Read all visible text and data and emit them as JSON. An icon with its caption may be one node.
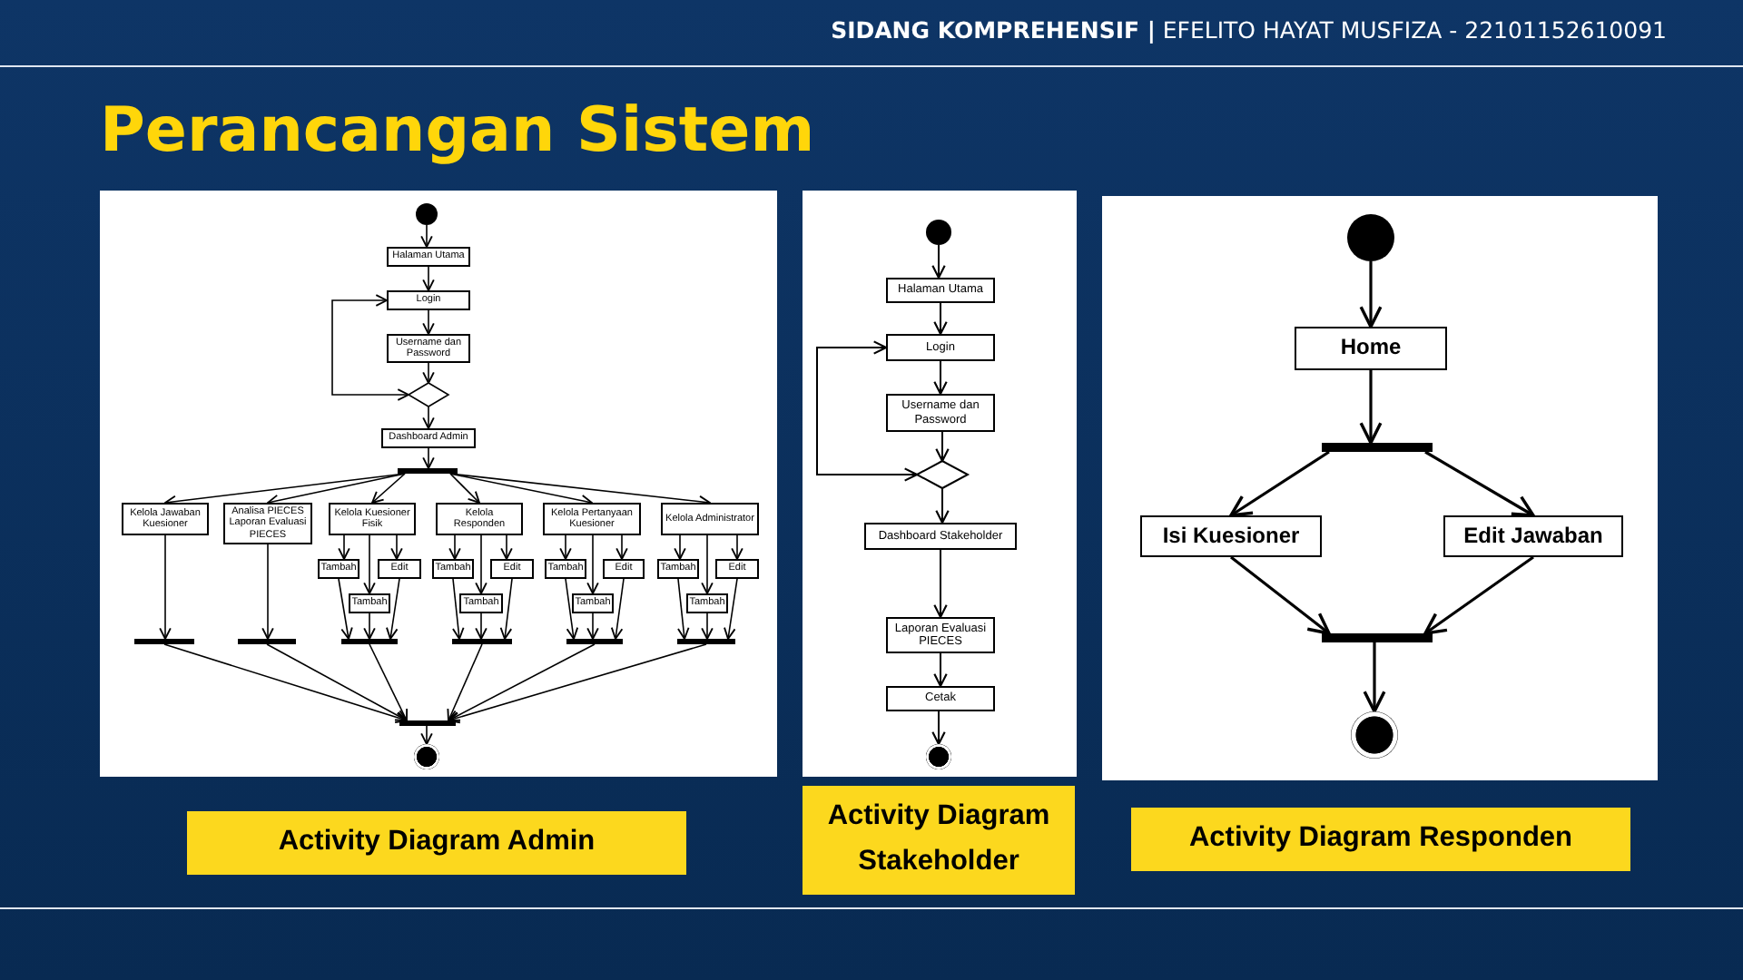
{
  "diagram": {
    "title": "Perancangan Sistem",
    "nodes": [
      {
        "text": [],
        "shape": "circle"
      },
      {
        "text": [
          "Halaman Utama"
        ]
      },
      {
        "text": [
          "Login"
        ]
      },
      {
        "text": [
          "Username dan Password"
        ]
      },
      {
        "text": [],
        "shape": "diamond"
      },
      {
        "text": [
          "Dashboard Admin"
        ]
      },
      {
        "text": [],
        "shape": "bar"
      },
      {
        "text": [
          "Kelola Jawaban Kuesioner"
        ]
      },
      {
        "text": [
          "Analisa PIECES Laporan Evaluasi PIECES"
        ]
      },
      {
        "text": [
          "Kelola Kuesioner Fisik"
        ]
      },
      {
        "text": [
          "Kelola Responden"
        ]
      },
      {
        "text": [
          "Kelola Pertanyaan Kuesioner"
        ]
      },
      {
        "text": [
          "Kelola Administrator"
        ]
      },
      {
        "text": [
          "Tambah"
        ]
      },
      {
        "text": [
          "Edit"
        ]
      },
      {
        "text": [
          "Tambah"
        ]
      },
      {
        "text": [
          "Tambah"
        ]
      },
      {
        "text": [
          "Edit"
        ]
      },
      {
        "text": [
          "Tambah"
        ]
      },
      {
        "text": [
          "Tambah"
        ]
      },
      {
        "text": [
          "Edit"
        ]
      },
      {
        "text": [
          "Tambah"
        ]
      },
      {
        "text": [
          "Tambah"
        ]
      },
      {
        "text": [
          "Edit"
        ]
      },
      {
        "text": [
          "Tambah"
        ]
      },
      {
        "text": [],
        "shape": "bar"
      },
      {
        "text": [],
        "shape": "bar"
      },
      {
        "text": [],
        "shape": "bar"
      },
      {
        "text": [],
        "shape": "bar"
      },
      {
        "text": [],
        "shape": "bar"
      },
      {
        "text": [],
        "shape": "bar"
      },
      {
        "text": [],
        "shape": "bar"
      },
      {
        "text": [],
        "shape": "circle"
      },
      {
        "text": [],
        "shape": "circle"
      },
      {
        "text": [
          "Halaman Utama"
        ]
      },
      {
        "text": [
          "Login"
        ]
      },
      {
        "text": [
          "Username dan Password"
        ]
      },
      {
        "text": [],
        "shape": "diamond"
      },
      {
        "text": [
          "Dashboard Stakeholder"
        ]
      },
      {
        "text": [
          "Laporan Evaluasi PIECES"
        ]
      },
      {
        "text": [
          "Cetak"
        ]
      },
      {
        "text": [],
        "shape": "circle"
      },
      {
        "text": [],
        "shape": "circle"
      },
      {
        "text": [
          "Home"
        ]
      },
      {
        "text": [],
        "shape": "bar"
      },
      {
        "text": [
          "Isi Kuesioner"
        ]
      },
      {
        "text": [
          "Edit Jawaban"
        ]
      },
      {
        "text": [],
        "shape": "bar"
      },
      {
        "text": [],
        "shape": "circle"
      },
      {
        "text": [
          "Activity Diagram Admin"
        ]
      },
      {
        "text": [
          "Activity Diagram Stakeholder"
        ]
      },
      {
        "text": [
          "Activity Diagram Responden"
        ]
      }
    ],
    "edges": [
      {
        "from": 0,
        "to": 1,
        "arrow": "to"
      },
      {
        "from": 1,
        "to": 2,
        "arrow": "to"
      },
      {
        "from": 2,
        "to": 3,
        "arrow": "to"
      },
      {
        "from": 3,
        "to": 4,
        "arrow": "to"
      },
      {
        "from": 4,
        "to": 2,
        "arrow": "both"
      },
      {
        "from": 4,
        "to": 5,
        "arrow": "to"
      },
      {
        "from": 5,
        "to": 6,
        "arrow": "to"
      },
      {
        "from": 6,
        "to": 7,
        "arrow": "to"
      },
      {
        "from": 6,
        "to": 8,
        "arrow": "to"
      },
      {
        "from": 6,
        "to": 9,
        "arrow": "to"
      },
      {
        "from": 6,
        "to": 10,
        "arrow": "to"
      },
      {
        "from": 6,
        "to": 11,
        "arrow": "to"
      },
      {
        "from": 6,
        "to": 12,
        "arrow": "to"
      },
      {
        "from": 9,
        "to": 13,
        "arrow": "to"
      },
      {
        "from": 9,
        "to": 15,
        "arrow": "to"
      },
      {
        "from": 9,
        "to": 14,
        "arrow": "to"
      },
      {
        "from": 10,
        "to": 16,
        "arrow": "to"
      },
      {
        "from": 10,
        "to": 18,
        "arrow": "to"
      },
      {
        "from": 10,
        "to": 17,
        "arrow": "to"
      },
      {
        "from": 11,
        "to": 19,
        "arrow": "to"
      },
      {
        "from": 11,
        "to": 21,
        "arrow": "to"
      },
      {
        "from": 11,
        "to": 20,
        "arrow": "to"
      },
      {
        "from": 12,
        "to": 22,
        "arrow": "to"
      },
      {
        "from": 12,
        "to": 24,
        "arrow": "to"
      },
      {
        "from": 12,
        "to": 23,
        "arrow": "to"
      },
      {
        "from": 7,
        "to": 25,
        "arrow": "to"
      },
      {
        "from": 8,
        "to": 26,
        "arrow": "to"
      },
      {
        "from": 13,
        "to": 27,
        "arrow": "to"
      },
      {
        "from": 15,
        "to": 27,
        "arrow": "to"
      },
      {
        "from": 14,
        "to": 27,
        "arrow": "to"
      },
      {
        "from": 16,
        "to": 28,
        "arrow": "to"
      },
      {
        "from": 18,
        "to": 28,
        "arrow": "to"
      },
      {
        "from": 17,
        "to": 28,
        "arrow": "to"
      },
      {
        "from": 19,
        "to": 29,
        "arrow": "to"
      },
      {
        "from": 21,
        "to": 29,
        "arrow": "to"
      },
      {
        "from": 20,
        "to": 29,
        "arrow": "to"
      },
      {
        "from": 22,
        "to": 30,
        "arrow": "to"
      },
      {
        "from": 24,
        "to": 30,
        "arrow": "to"
      },
      {
        "from": 23,
        "to": 30,
        "arrow": "to"
      },
      {
        "from": 25,
        "to": 31,
        "arrow": "to"
      },
      {
        "from": 26,
        "to": 31,
        "arrow": "to"
      },
      {
        "from": 27,
        "to": 31,
        "arrow": "to"
      },
      {
        "from": 28,
        "to": 31,
        "arrow": "to"
      },
      {
        "from": 29,
        "to": 31,
        "arrow": "to"
      },
      {
        "from": 30,
        "to": 31,
        "arrow": "to"
      },
      {
        "from": 31,
        "to": 32,
        "arrow": "to"
      },
      {
        "from": 33,
        "to": 34,
        "arrow": "to"
      },
      {
        "from": 34,
        "to": 35,
        "arrow": "to"
      },
      {
        "from": 35,
        "to": 36,
        "arrow": "to"
      },
      {
        "from": 36,
        "to": 37,
        "arrow": "to"
      },
      {
        "from": 37,
        "to": 35,
        "arrow": "both"
      },
      {
        "from": 37,
        "to": 38,
        "arrow": "to"
      },
      {
        "from": 38,
        "to": 39,
        "arrow": "to"
      },
      {
        "from": 39,
        "to": 40,
        "arrow": "to"
      },
      {
        "from": 40,
        "to": 41,
        "arrow": "to"
      },
      {
        "from": 42,
        "to": 43,
        "arrow": "to"
      },
      {
        "from": 43,
        "to": 44,
        "arrow": "to"
      },
      {
        "from": 44,
        "to": 45,
        "arrow": "to"
      },
      {
        "from": 44,
        "to": 46,
        "arrow": "to"
      },
      {
        "from": 45,
        "to": 47,
        "arrow": "to"
      },
      {
        "from": 46,
        "to": 47,
        "arrow": "to"
      },
      {
        "from": 47,
        "to": 48,
        "arrow": "to"
      }
    ],
    "labels": [
      "**SIDANG KOMPREHENSIF |** EFELITO HAYAT MUSFIZA - 22101152610091"
    ]
  }
}
